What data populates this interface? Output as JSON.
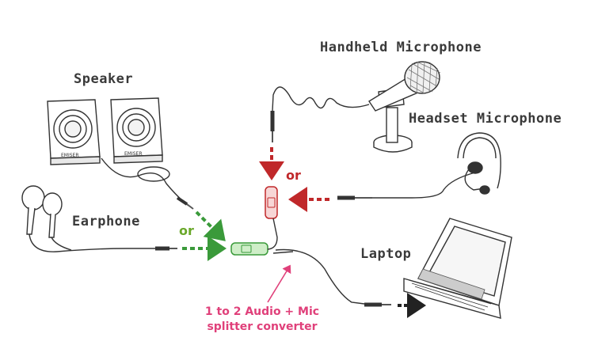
{
  "labels": {
    "speaker": "Speaker",
    "earphone": "Earphone",
    "handheld_mic": "Handheld Microphone",
    "headset_mic": "Headset Microphone",
    "laptop": "Laptop",
    "or_green": "or",
    "or_red": "or",
    "caption_line1": "1 to 2 Audio + Mic",
    "caption_line2": "splitter converter",
    "speaker_brand": "EMISER"
  },
  "colors": {
    "label_text": "#3a3a3a",
    "green": "#3a9a3a",
    "green_or_text": "#6aa82a",
    "red": "#c0282a",
    "caption": "#e0407a",
    "line": "#333333"
  },
  "icons": [
    "speaker-icon",
    "earphone-icon",
    "handheld-microphone-icon",
    "headset-microphone-icon",
    "laptop-icon",
    "splitter-icon"
  ]
}
